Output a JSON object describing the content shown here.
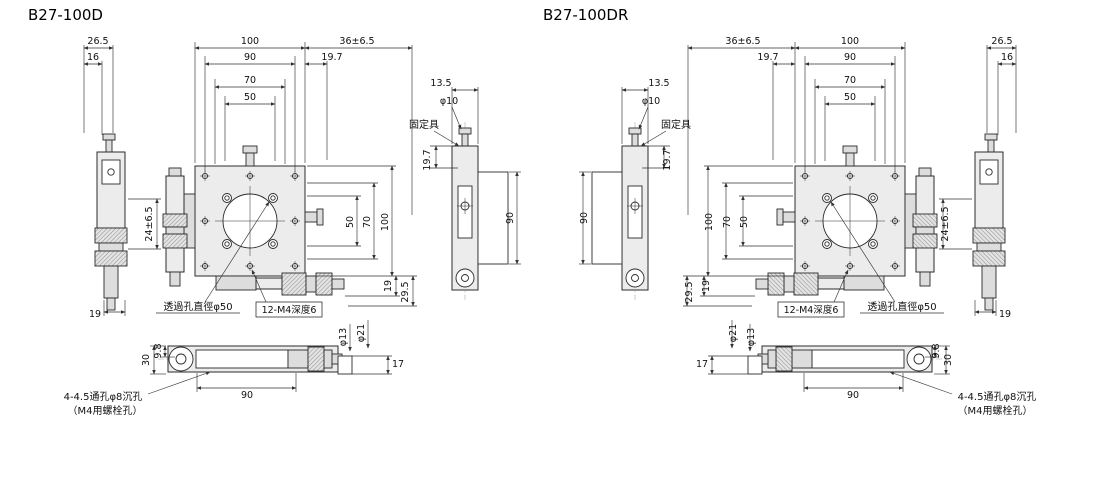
{
  "drawings": {
    "left": {
      "title": "B27-100D"
    },
    "right": {
      "title": "B27-100DR"
    }
  },
  "dims": {
    "top_offset_26_5": "26.5",
    "plate_width_100": "100",
    "travel_36": "36±6.5",
    "edge_16": "16",
    "hole_pattern_90": "90",
    "top_19_7": "19.7",
    "pattern_70": "70",
    "pattern_50": "50",
    "body_13_5": "13.5",
    "clamp_knob_dia": "φ10",
    "fixture_label": "固定具",
    "side_19_7": "19.7",
    "vertical_50": "50",
    "vertical_70": "70",
    "vertical_100": "100",
    "side_height_90": "90",
    "travel_24": "24±6.5",
    "tip_width_19": "19",
    "bottom_offset_19": "19",
    "bottom_offset_29_5": "29.5",
    "through_hole_note": "透過孔直徑φ50",
    "tap_hole_note": "12-M4深度6",
    "base_height_30": "30",
    "step_height_9_8": "9.8",
    "shaft_dia_13": "φ13",
    "knob_dia_21": "φ21",
    "end_height_17": "17",
    "base_width_90": "90",
    "counterbore_note_line1": "4-4.5通孔φ8沉孔",
    "counterbore_note_line2": "（M4用螺栓孔）"
  }
}
